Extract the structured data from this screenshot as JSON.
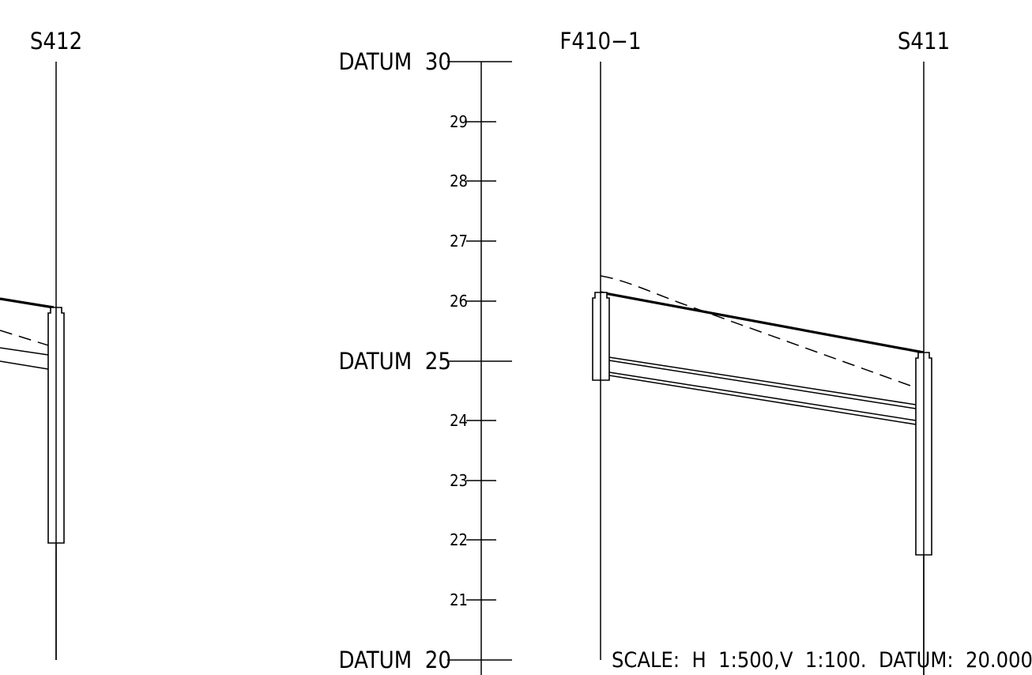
{
  "section_labels": {
    "left_manhole": "S412",
    "middle_manhole": "F410−1",
    "right_manhole": "S411"
  },
  "datum_scale": {
    "major": [
      {
        "label": "DATUM  30",
        "value": 30
      },
      {
        "label": "DATUM  25",
        "value": 25
      },
      {
        "label": "DATUM  20",
        "value": 20
      }
    ],
    "minor": [
      {
        "label": "29",
        "value": 29
      },
      {
        "label": "28",
        "value": 28
      },
      {
        "label": "27",
        "value": 27
      },
      {
        "label": "26",
        "value": 26
      },
      {
        "label": "24",
        "value": 24
      },
      {
        "label": "23",
        "value": 23
      },
      {
        "label": "22",
        "value": 22
      },
      {
        "label": "21",
        "value": 21
      }
    ]
  },
  "scale_note": "SCALE:  H  1:500,V  1:100.  DATUM:  20.000"
}
